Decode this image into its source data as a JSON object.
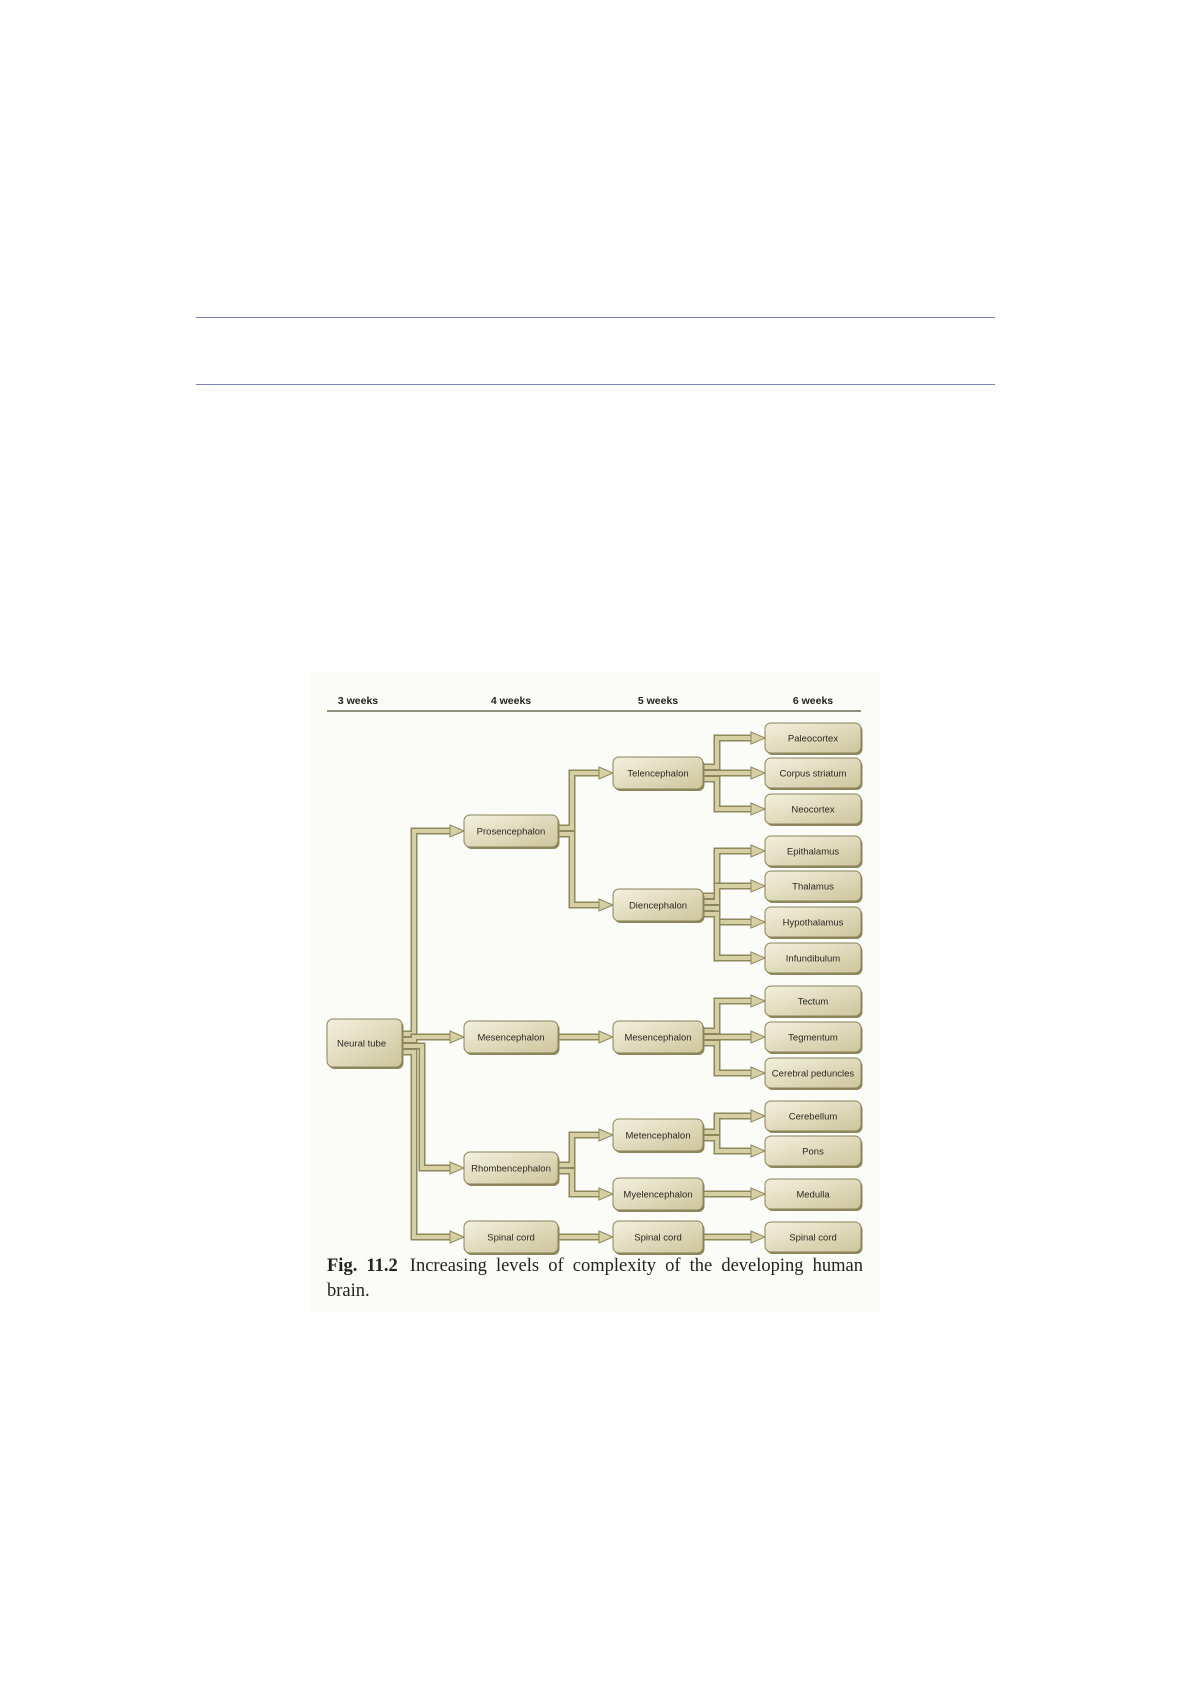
{
  "figure": {
    "column_headers": [
      "3 weeks",
      "4 weeks",
      "5 weeks",
      "6 weeks"
    ],
    "nodes": [
      {
        "id": "neural",
        "label": "Neural tube",
        "col": 0
      },
      {
        "id": "pros",
        "label": "Prosencephalon",
        "col": 1
      },
      {
        "id": "mes1",
        "label": "Mesencephalon",
        "col": 1
      },
      {
        "id": "rhomb",
        "label": "Rhombencephalon",
        "col": 1
      },
      {
        "id": "spin1",
        "label": "Spinal cord",
        "col": 1
      },
      {
        "id": "tel",
        "label": "Telencephalon",
        "col": 2
      },
      {
        "id": "dien",
        "label": "Diencephalon",
        "col": 2
      },
      {
        "id": "mes2",
        "label": "Mesencephalon",
        "col": 2
      },
      {
        "id": "met",
        "label": "Metencephalon",
        "col": 2
      },
      {
        "id": "myel",
        "label": "Myelencephalon",
        "col": 2
      },
      {
        "id": "spin2",
        "label": "Spinal cord",
        "col": 2
      },
      {
        "id": "paleo",
        "label": "Paleocortex",
        "col": 3
      },
      {
        "id": "corpus",
        "label": "Corpus striatum",
        "col": 3
      },
      {
        "id": "neo",
        "label": "Neocortex",
        "col": 3
      },
      {
        "id": "epi",
        "label": "Epithalamus",
        "col": 3
      },
      {
        "id": "thal",
        "label": "Thalamus",
        "col": 3
      },
      {
        "id": "hypo",
        "label": "Hypothalamus",
        "col": 3
      },
      {
        "id": "infund",
        "label": "Infundibulum",
        "col": 3
      },
      {
        "id": "tect",
        "label": "Tectum",
        "col": 3
      },
      {
        "id": "tegm",
        "label": "Tegmentum",
        "col": 3
      },
      {
        "id": "cereb_ped",
        "label": "Cerebral peduncles",
        "col": 3
      },
      {
        "id": "cerebellum",
        "label": "Cerebellum",
        "col": 3
      },
      {
        "id": "pons",
        "label": "Pons",
        "col": 3
      },
      {
        "id": "medulla",
        "label": "Medulla",
        "col": 3
      },
      {
        "id": "spin3",
        "label": "Spinal cord",
        "col": 3
      }
    ],
    "edges": [
      [
        "neural",
        "pros"
      ],
      [
        "neural",
        "mes1"
      ],
      [
        "neural",
        "rhomb"
      ],
      [
        "neural",
        "spin1"
      ],
      [
        "pros",
        "tel"
      ],
      [
        "pros",
        "dien"
      ],
      [
        "mes1",
        "mes2"
      ],
      [
        "rhomb",
        "met"
      ],
      [
        "rhomb",
        "myel"
      ],
      [
        "spin1",
        "spin2"
      ],
      [
        "tel",
        "paleo"
      ],
      [
        "tel",
        "corpus"
      ],
      [
        "tel",
        "neo"
      ],
      [
        "dien",
        "epi"
      ],
      [
        "dien",
        "thal"
      ],
      [
        "dien",
        "hypo"
      ],
      [
        "dien",
        "infund"
      ],
      [
        "mes2",
        "tect"
      ],
      [
        "mes2",
        "tegm"
      ],
      [
        "mes2",
        "cereb_ped"
      ],
      [
        "met",
        "cerebellum"
      ],
      [
        "met",
        "pons"
      ],
      [
        "myel",
        "medulla"
      ],
      [
        "spin2",
        "spin3"
      ]
    ],
    "caption_label": "Fig. 11.2",
    "caption_text": "Increasing levels of complexity of the developing human brain."
  },
  "colors": {
    "box_fill_light": "#f3efdc",
    "box_fill_dark": "#cfc7a0",
    "box_border": "#8a835a",
    "connector": "#d6cfa3",
    "connector_edge": "#8d875c"
  }
}
